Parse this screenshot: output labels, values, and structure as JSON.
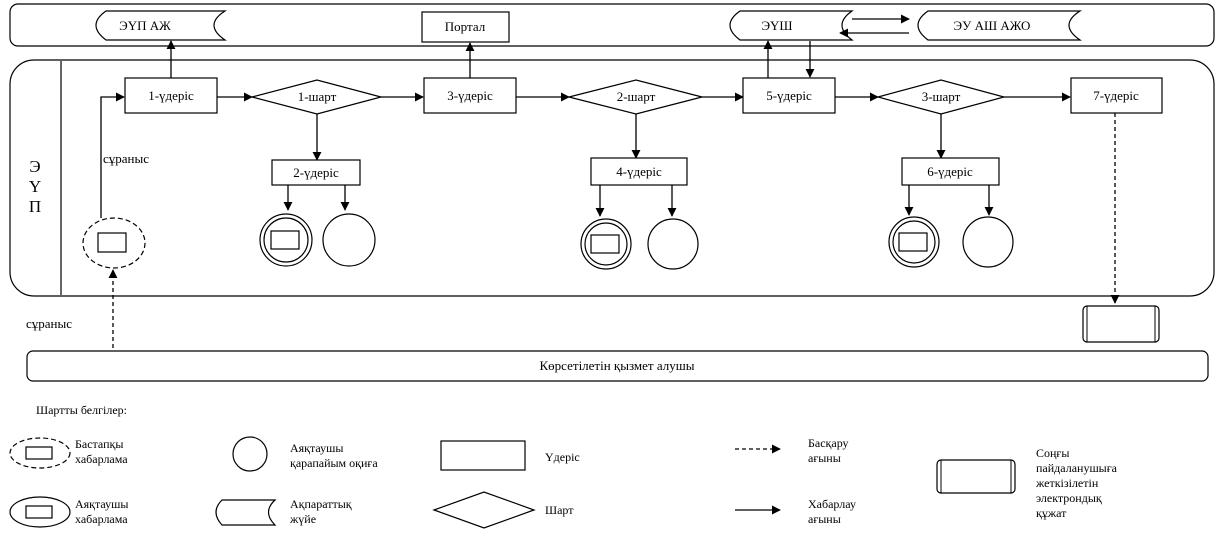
{
  "systems": {
    "eup_azh": "ЭҮП АЖ",
    "portal": "Портал",
    "eush": "ЭҮШ",
    "eu_ash_azho": "ЭУ АШ АЖО"
  },
  "lane": {
    "letter1": "Э",
    "letter2": "Ү",
    "letter3": "П"
  },
  "process": {
    "p1": "1-үдеріс",
    "p2": "2-үдеріс",
    "p3": "3-үдеріс",
    "p4": "4-үдеріс",
    "p5": "5-үдеріс",
    "p6": "6-үдеріс",
    "p7": "7-үдеріс"
  },
  "conditions": {
    "c1": "1-шарт",
    "c2": "2-шарт",
    "c3": "3-шарт"
  },
  "request_inner": "сұраныс",
  "request_outer": "сұраныс",
  "service_receiver": "Көрсетілетін қызмет алушы",
  "legend": {
    "title": "Шартты белгілер:",
    "start_message_1": "Бастапқы",
    "start_message_2": "хабарлама",
    "end_message_1": "Аяқтаушы",
    "end_message_2": "хабарлама",
    "end_event_1": "Аяқтаушы",
    "end_event_2": "қарапайым оқиға",
    "info_system_1": "Ақпараттық",
    "info_system_2": "жүйе",
    "process": "Үдеріс",
    "condition": "Шарт",
    "control_flow_1": "Басқару",
    "control_flow_2": "ағыны",
    "message_flow_1": "Хабарлау",
    "message_flow_2": "ағыны",
    "edoc_1": "Соңғы",
    "edoc_2": "пайдаланушыға",
    "edoc_3": "жеткізілетін",
    "edoc_4": "электрондық",
    "edoc_5": "құжат"
  }
}
